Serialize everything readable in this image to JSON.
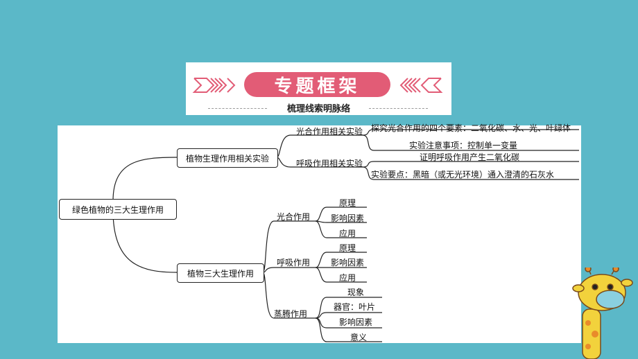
{
  "banner": {
    "title": "专题框架",
    "subtitle": "梳理线索明脉络",
    "accent_color": "#e25c76"
  },
  "mindmap": {
    "root": "绿色植物的三大生理作用",
    "branch_experiments": {
      "label": "植物生理作用相关实验",
      "photosynthesis": {
        "label": "光合作用相关实验",
        "items": [
          "探究光合作用的四个要素：二氧化碳、水、光、叶绿体",
          "实验注意事项：控制单一变量"
        ]
      },
      "respiration": {
        "label": "呼吸作用相关实验",
        "items": [
          "证明呼吸作用产生二氧化碳",
          "实验要点：黑暗（或无光环境）通入澄清的石灰水"
        ]
      }
    },
    "branch_functions": {
      "label": "植物三大生理作用",
      "photosynthesis": {
        "label": "光合作用",
        "items": [
          "原理",
          "影响因素",
          "应用"
        ]
      },
      "respiration": {
        "label": "呼吸作用",
        "items": [
          "原理",
          "影响因素",
          "应用"
        ]
      },
      "transpiration": {
        "label": "蒸腾作用",
        "items": [
          "现象",
          "器官：叶片",
          "影响因素",
          "意义"
        ]
      }
    }
  },
  "decoration": {
    "icon": "giraffe-icon",
    "body_color": "#f2d23c",
    "spot_color": "#e98b2a"
  }
}
